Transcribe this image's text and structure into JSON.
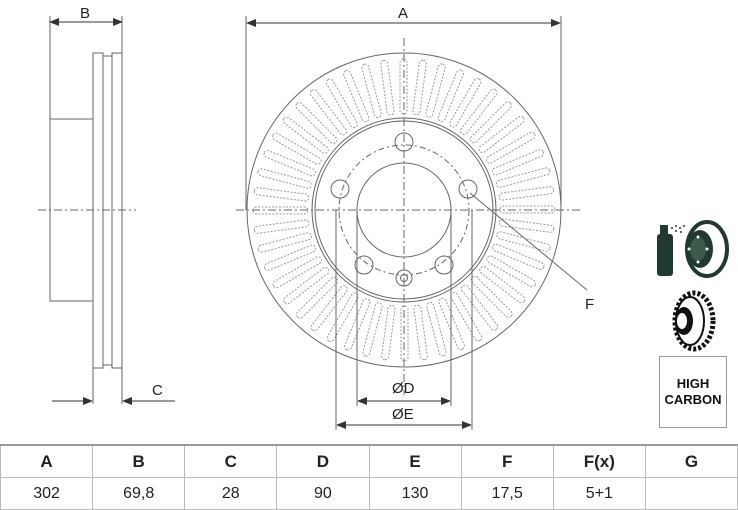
{
  "drawing": {
    "side_view": {
      "label_B": "B",
      "label_C": "C"
    },
    "front_view": {
      "label_A": "A",
      "label_D": "ØD",
      "label_E": "ØE",
      "label_F": "F"
    }
  },
  "badges": {
    "coating_icon": "spray-coated-disc-icon",
    "vented_icon": "vented-disc-icon",
    "high_carbon": {
      "line1": "HIGH",
      "line2": "CARBON"
    }
  },
  "spec_table": {
    "headers": [
      "A",
      "B",
      "C",
      "D",
      "E",
      "F",
      "F(x)",
      "G"
    ],
    "values": [
      "302",
      "69,8",
      "28",
      "90",
      "130",
      "17,5",
      "5+1",
      ""
    ]
  }
}
